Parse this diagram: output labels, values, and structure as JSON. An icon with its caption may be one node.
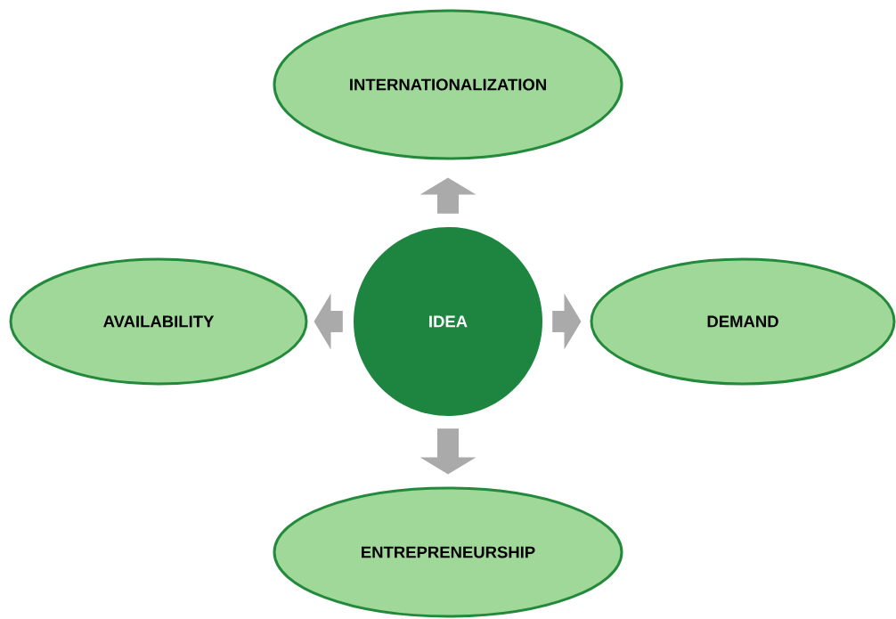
{
  "diagram": {
    "nodes": [
      {
        "text": [
          "IDEA"
        ]
      },
      {
        "text": [
          "INTERNATIONALIZATION"
        ]
      },
      {
        "text": [
          "AVAILABILITY"
        ]
      },
      {
        "text": [
          "DEMAND"
        ]
      },
      {
        "text": [
          "ENTREPRENEURSHIP"
        ]
      }
    ],
    "edges": [
      {
        "from": 0,
        "to": 1,
        "arrow": "to"
      },
      {
        "from": 0,
        "to": 2,
        "arrow": "to"
      },
      {
        "from": 0,
        "to": 3,
        "arrow": "to"
      },
      {
        "from": 0,
        "to": 4,
        "arrow": "to"
      }
    ]
  }
}
